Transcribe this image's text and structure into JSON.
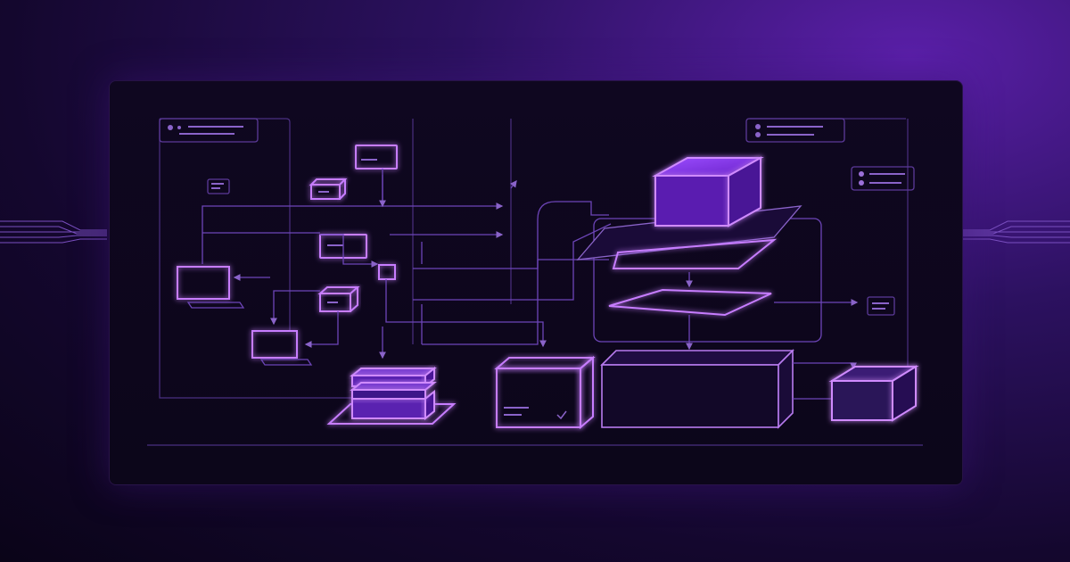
{
  "diagram": {
    "accent_color": "#c77dff",
    "line_color": "#6d45b8",
    "background_color": "#0c061a",
    "nodes": [
      {
        "name": "config-card-left",
        "kind": "card"
      },
      {
        "name": "config-card-right",
        "kind": "card"
      },
      {
        "name": "monitor-left",
        "kind": "laptop-icon"
      },
      {
        "name": "monitor-center",
        "kind": "laptop-icon"
      },
      {
        "name": "small-box-top",
        "kind": "cube-icon"
      },
      {
        "name": "small-box-middle",
        "kind": "cube-icon"
      },
      {
        "name": "server-stack",
        "kind": "stack-icon"
      },
      {
        "name": "storage-cabinet",
        "kind": "cabinet-icon"
      },
      {
        "name": "main-processor",
        "kind": "box-icon"
      },
      {
        "name": "output-cube",
        "kind": "cube-icon"
      },
      {
        "name": "central-cube",
        "kind": "cube-icon"
      },
      {
        "name": "layer-plane-top",
        "kind": "plane-icon"
      },
      {
        "name": "layer-plane-bottom",
        "kind": "plane-icon"
      }
    ]
  }
}
